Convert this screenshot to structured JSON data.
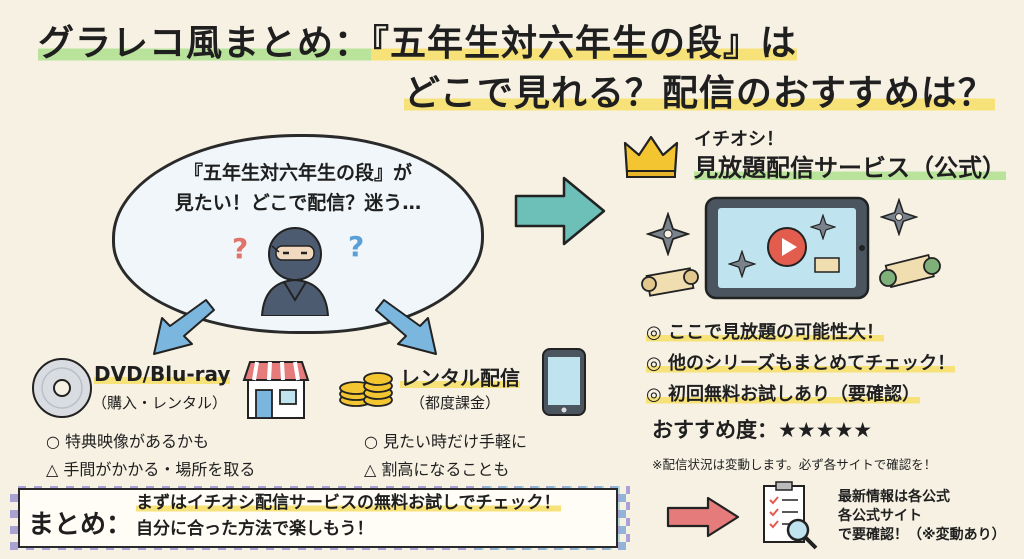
{
  "title": {
    "line1_a": "グラレコ風まとめ：",
    "line1_b": "『五年生対六年生の段』は",
    "line2": "どこで見れる？配信のおすすめは？"
  },
  "cloud": {
    "line1": "『五年生対六年生の段』が",
    "line2": "見たい！どこで配信？迷う…",
    "q_mark": "?"
  },
  "recommend": {
    "label": "イチオシ！",
    "heading": "見放題配信サービス（公式）",
    "items": [
      "◎ ここで見放題の可能性大！",
      "◎ 他のシリーズもまとめてチェック！",
      "◎ 初回無料お試しあり（要確認）"
    ],
    "rating_label": "おすすめ度：★★★★★",
    "note": "※配信状況は変動します。必ず各サイトで確認を！"
  },
  "dvd": {
    "title": "DVD/Blu-ray",
    "sub": "（購入・レンタル）",
    "pro": "○ 特典映像があるかも",
    "con": "△ 手間がかかる・場所を取る"
  },
  "rental": {
    "title": "レンタル配信",
    "sub": "（都度課金）",
    "pro": "○ 見たい時だけ手軽に",
    "con": "△ 割高になることも"
  },
  "summary": {
    "label": "まとめ：",
    "line1": "まずはイチオシ配信サービスの無料お試しでチェック！",
    "line2": "自分に合った方法で楽しもう！"
  },
  "info": {
    "line1": "最新情報は各公式",
    "line2": "各公式サイト",
    "line3": "で要確認！（※変動あり）"
  },
  "colors": {
    "background": "#f6f1e3",
    "highlight_green": "#b9e39b",
    "highlight_yellow": "#f7e27a",
    "arrow_teal": "#6cc0b8",
    "arrow_blue": "#7bb6de",
    "arrow_red": "#e57b7b",
    "crown": "#f2c531",
    "play": "#e35d4f"
  },
  "icons": [
    "ninja-icon",
    "crown-icon",
    "tablet-icon",
    "play-icon",
    "shuriken-icon",
    "scroll-icon",
    "disc-icon",
    "shop-icon",
    "coins-icon",
    "smartphone-icon",
    "checklist-magnifier-icon",
    "arrow-icon"
  ]
}
